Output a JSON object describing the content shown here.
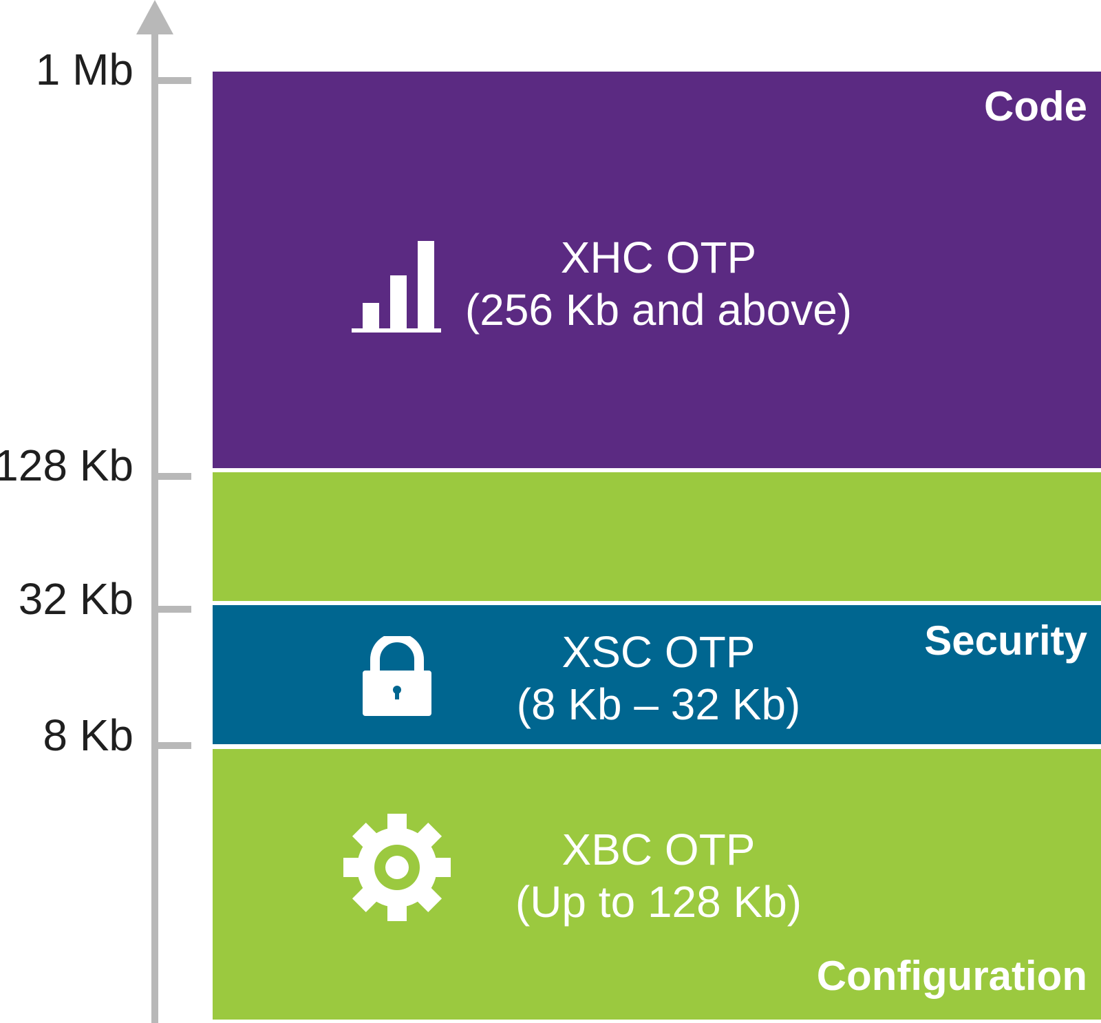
{
  "axis": {
    "ticks": [
      {
        "label": "1 Mb"
      },
      {
        "label": "128 Kb"
      },
      {
        "label": "32 Kb"
      },
      {
        "label": "8 Kb"
      }
    ]
  },
  "bands": {
    "code": {
      "corner_label": "Code",
      "title_line1": "XHC OTP",
      "title_line2": "(256 Kb and above)",
      "icon": "bar-chart-icon",
      "color": "#5b2a82"
    },
    "security": {
      "corner_label": "Security",
      "title_line1": "XSC OTP",
      "title_line2": "(8 Kb – 32 Kb)",
      "icon": "lock-icon",
      "color": "#006690"
    },
    "configuration": {
      "corner_label": "Configuration",
      "title_line1": "XBC OTP",
      "title_line2": "(Up to 128 Kb)",
      "icon": "gear-icon",
      "color": "#9bc93f"
    }
  },
  "colors": {
    "axis": "#b8b8b8",
    "text_dark": "#1f1f1f",
    "text_light": "#ffffff"
  }
}
